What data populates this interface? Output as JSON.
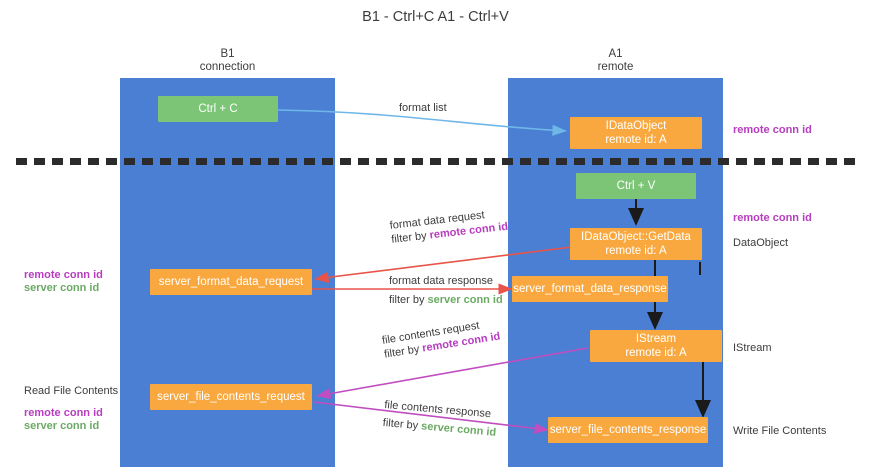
{
  "title": {
    "line1": "B1 - Ctrl+C",
    "line2": "A1 - Ctrl+V"
  },
  "columns": [
    {
      "name": "B1",
      "role": "connection"
    },
    {
      "name": "A1",
      "role": "remote"
    }
  ],
  "colors": {
    "column_band": "#4a7fd4",
    "action_node": "#7cc576",
    "message_node": "#f9a83f",
    "remote_conn_id": "#b83cc0",
    "server_conn_id": "#6aaa64",
    "divider": "#2b2b2b",
    "arrow_format_list": "#6fb7e8",
    "arrow_format_data": "#e8544a",
    "arrow_file_contents": "#c04ec0",
    "arrow_internal": "#1a1a1a"
  },
  "nodes": {
    "ctrl_c": {
      "label": "Ctrl + C"
    },
    "ctrl_v": {
      "label": "Ctrl + V"
    },
    "idataobject": {
      "label": "IDataObject",
      "sub": "remote id: A"
    },
    "idataobject_getdata": {
      "label": "IDataObject::GetData",
      "sub": "remote id: A"
    },
    "istream": {
      "label": "IStream",
      "sub": "remote id: A"
    },
    "server_format_data_request": {
      "label": "server_format_data_request"
    },
    "server_format_data_response": {
      "label": "server_format_data_response"
    },
    "server_file_contents_request": {
      "label": "server_file_contents_request"
    },
    "server_file_contents_response": {
      "label": "server_file_contents_response"
    }
  },
  "edges": {
    "format_list": {
      "label": "format list"
    },
    "format_data_request": {
      "label": "format data request",
      "filter_prefix": "filter by ",
      "filter_key": "remote conn id"
    },
    "format_data_response": {
      "label": "format data response",
      "filter_prefix": "filter by ",
      "filter_key": "server conn id"
    },
    "file_contents_request": {
      "label": "file contents request",
      "filter_prefix": "filter by ",
      "filter_key": "remote conn id"
    },
    "file_contents_response": {
      "label": "file contents response",
      "filter_prefix": "filter by ",
      "filter_key": "server conn id"
    }
  },
  "annotations": {
    "right_remote_conn_id_top": "remote conn id",
    "right_remote_conn_id_mid": "remote conn id",
    "right_dataobject": "DataObject",
    "right_istream": "IStream",
    "right_write_file_contents": "Write File Contents",
    "left_remote_conn_id_mid": "remote conn id",
    "left_server_conn_id_mid": "server conn id",
    "left_read_file_contents": "Read File Contents",
    "left_remote_conn_id_bottom": "remote conn id",
    "left_server_conn_id_bottom": "server conn id"
  }
}
